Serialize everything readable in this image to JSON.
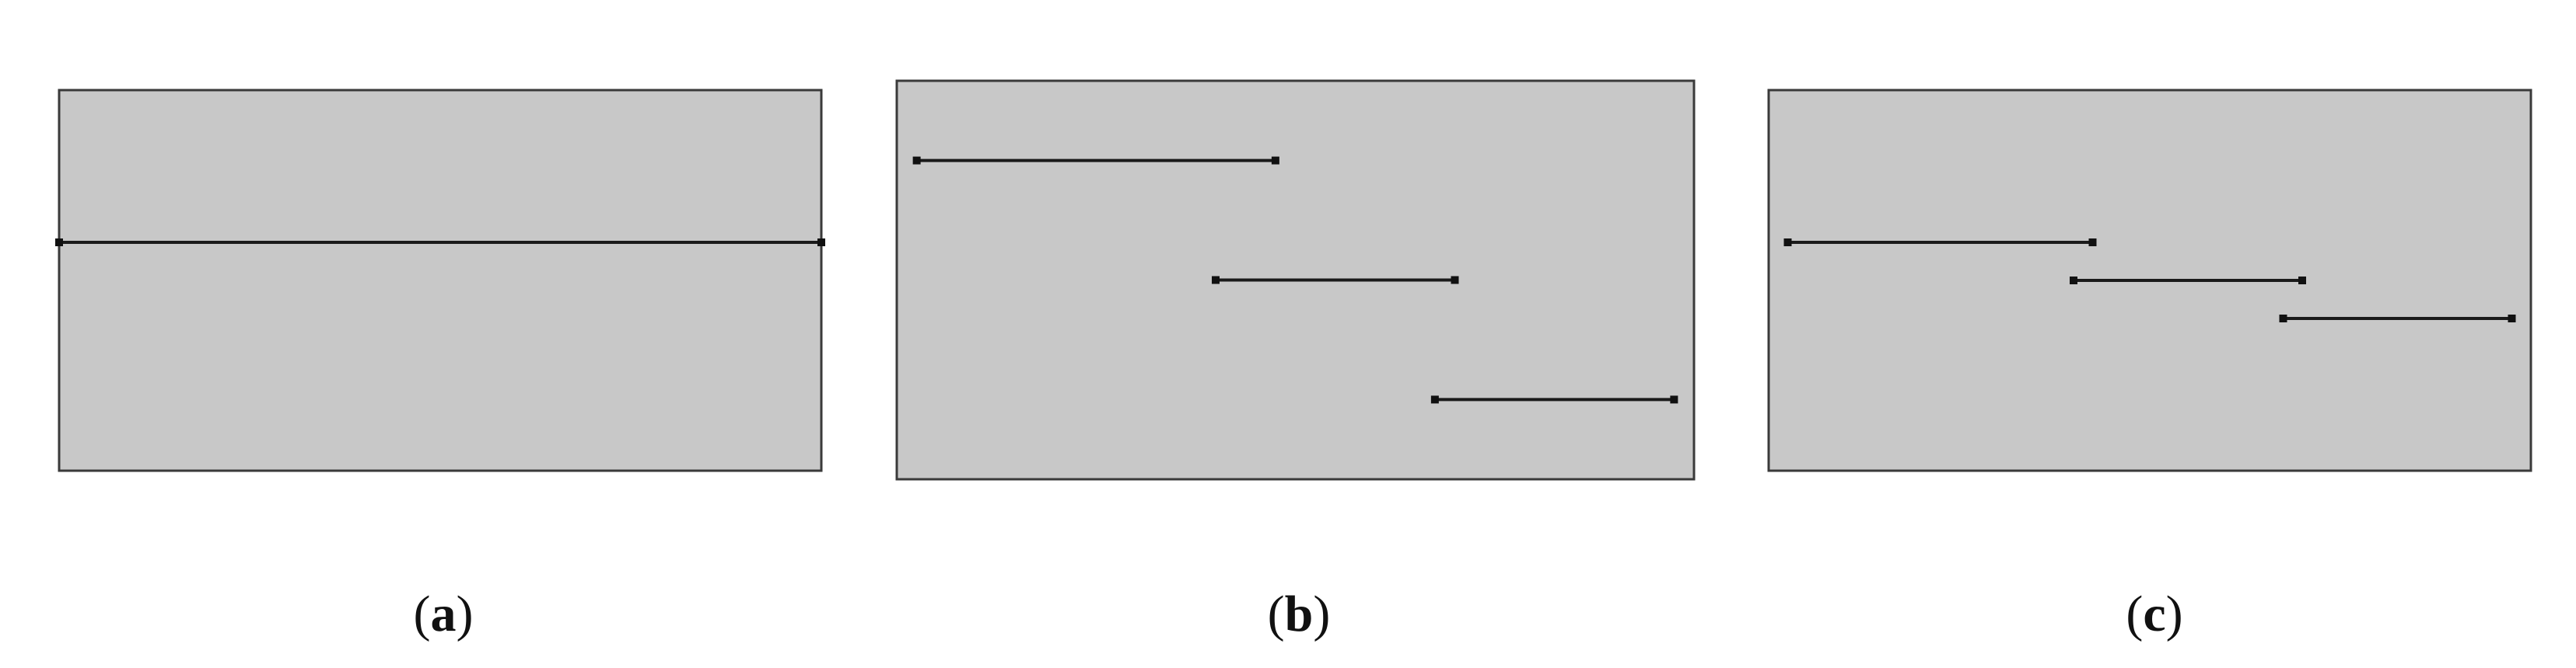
{
  "figure": {
    "panels": [
      {
        "id": "a",
        "label": "a",
        "cracks": [
          {
            "start": [
              0.0,
              0.4
            ],
            "end": [
              1.0,
              0.4
            ]
          }
        ]
      },
      {
        "id": "b",
        "label": "b",
        "cracks": [
          {
            "start": [
              0.025,
              0.2
            ],
            "end": [
              0.475,
              0.2
            ]
          },
          {
            "start": [
              0.4,
              0.5
            ],
            "end": [
              0.7,
              0.5
            ]
          },
          {
            "start": [
              0.675,
              0.8
            ],
            "end": [
              0.975,
              0.8
            ]
          }
        ]
      },
      {
        "id": "c",
        "label": "c",
        "cracks": [
          {
            "start": [
              0.025,
              0.4
            ],
            "end": [
              0.425,
              0.4
            ]
          },
          {
            "start": [
              0.4,
              0.5
            ],
            "end": [
              0.7,
              0.5
            ]
          },
          {
            "start": [
              0.675,
              0.6
            ],
            "end": [
              0.975,
              0.6
            ]
          }
        ]
      }
    ],
    "colors": {
      "panel_fill": "#c8c8c8",
      "panel_border": "#3a3a3a",
      "crack_line": "#1a1a1a"
    }
  }
}
